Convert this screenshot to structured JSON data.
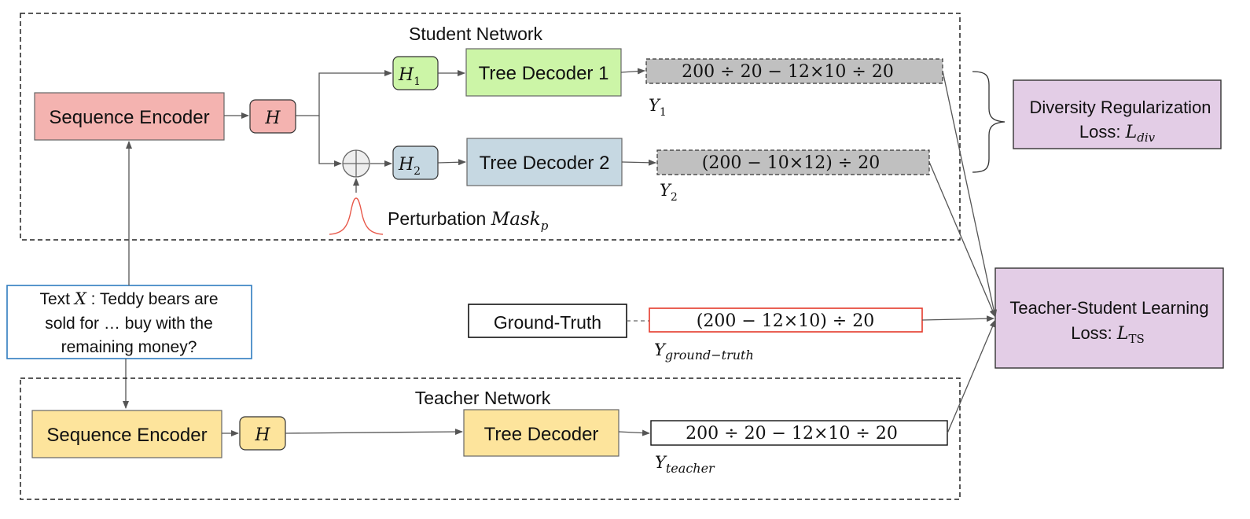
{
  "student": {
    "title": "Student Network",
    "encoder": "Sequence Encoder",
    "h": "H",
    "h1": "H",
    "h1_sub": "1",
    "h2": "H",
    "h2_sub": "2",
    "decoder1": "Tree Decoder 1",
    "decoder2": "Tree Decoder 2",
    "out1": "200 ÷ 20 − 12×10 ÷ 20",
    "out2": "(200 − 10×12) ÷ 20",
    "y1": "Y",
    "y1_sub": "1",
    "y2": "Y",
    "y2_sub": "2",
    "perturbation_label": "Perturbation ",
    "mask": "Mask",
    "mask_sub": "p"
  },
  "input": {
    "line1_prefix": "Text ",
    "line1_var": "X",
    "line1_suffix": " : Teddy bears are",
    "line2": "sold for … buy with the",
    "line3": "remaining money?"
  },
  "ground_truth": {
    "label": "Ground-Truth",
    "expr": "(200 − 12×10) ÷ 20",
    "y": "Y",
    "y_sub": "ground−truth"
  },
  "teacher": {
    "title": "Teacher Network",
    "encoder": "Sequence Encoder",
    "h": "H",
    "decoder": "Tree Decoder",
    "out": "200 ÷ 20 − 12×10 ÷ 20",
    "y": "Y",
    "y_sub": "teacher"
  },
  "losses": {
    "div_line1": "Diversity Regularization",
    "div_line2": "Loss: ",
    "div_sym": "L",
    "div_sub": "div",
    "ts_line1": "Teacher-Student Learning",
    "ts_line2": "Loss: ",
    "ts_sym": "L",
    "ts_sub": "TS"
  },
  "colors": {
    "student_encoder": "#f4b3b0",
    "tree_decoder1": "#ccf5a7",
    "tree_decoder2": "#c6d8e2",
    "teacher_yellow": "#fde49c",
    "loss_purple": "#e3cde6",
    "output_gray": "#c0c0c0",
    "input_border": "#2f7cc0",
    "ground_truth_border": "#e53a2b",
    "perturbation_curve": "#e8584a"
  }
}
